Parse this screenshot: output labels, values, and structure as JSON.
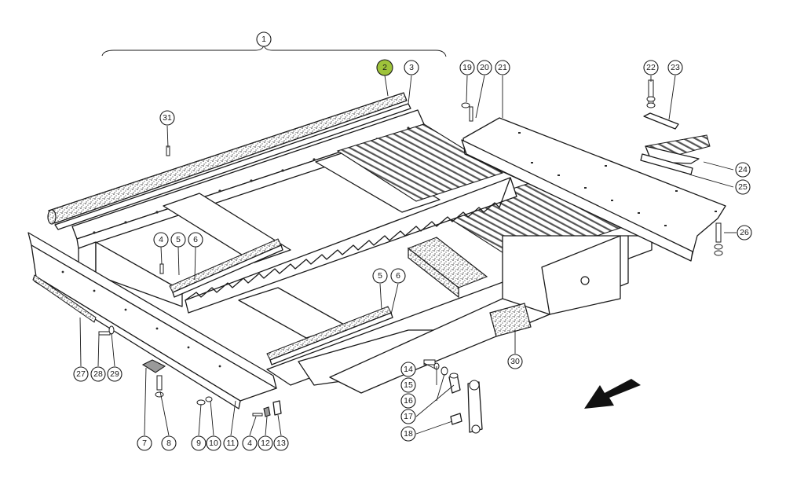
{
  "diagram": {
    "highlight_color": "#9ec33a",
    "highlighted": "2",
    "callouts": [
      {
        "id": "c1",
        "label": "1"
      },
      {
        "id": "c2",
        "label": "2"
      },
      {
        "id": "c3",
        "label": "3"
      },
      {
        "id": "c4a",
        "label": "4"
      },
      {
        "id": "c5a",
        "label": "5"
      },
      {
        "id": "c6a",
        "label": "6"
      },
      {
        "id": "c5b",
        "label": "5"
      },
      {
        "id": "c6b",
        "label": "6"
      },
      {
        "id": "c7",
        "label": "7"
      },
      {
        "id": "c8",
        "label": "8"
      },
      {
        "id": "c9",
        "label": "9"
      },
      {
        "id": "c10",
        "label": "10"
      },
      {
        "id": "c11",
        "label": "11"
      },
      {
        "id": "c4b",
        "label": "4"
      },
      {
        "id": "c12",
        "label": "12"
      },
      {
        "id": "c13",
        "label": "13"
      },
      {
        "id": "c14",
        "label": "14"
      },
      {
        "id": "c15",
        "label": "15"
      },
      {
        "id": "c16",
        "label": "16"
      },
      {
        "id": "c17",
        "label": "17"
      },
      {
        "id": "c18",
        "label": "18"
      },
      {
        "id": "c19",
        "label": "19"
      },
      {
        "id": "c20",
        "label": "20"
      },
      {
        "id": "c21",
        "label": "21"
      },
      {
        "id": "c22",
        "label": "22"
      },
      {
        "id": "c23",
        "label": "23"
      },
      {
        "id": "c24",
        "label": "24"
      },
      {
        "id": "c25",
        "label": "25"
      },
      {
        "id": "c26",
        "label": "26"
      },
      {
        "id": "c27",
        "label": "27"
      },
      {
        "id": "c28",
        "label": "28"
      },
      {
        "id": "c29",
        "label": "29"
      },
      {
        "id": "c30",
        "label": "30"
      },
      {
        "id": "c31",
        "label": "31"
      }
    ]
  }
}
